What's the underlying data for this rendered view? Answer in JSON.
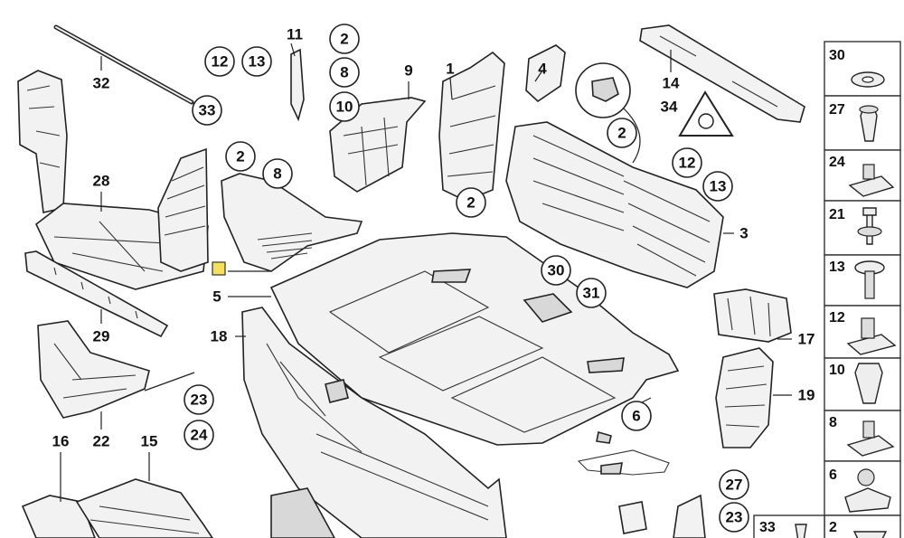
{
  "diagram": {
    "plain_labels": [
      "32",
      "28",
      "29",
      "16",
      "22",
      "15",
      "11",
      "9",
      "1",
      "4",
      "14",
      "34",
      "3",
      "5",
      "18",
      "17",
      "19"
    ],
    "circled_labels": [
      "33",
      "12",
      "13",
      "2",
      "8",
      "10",
      "2",
      "8",
      "2",
      "2",
      "12",
      "13",
      "30",
      "31",
      "6",
      "23",
      "24",
      "27",
      "23"
    ],
    "side_table_labels": [
      "30",
      "27",
      "24",
      "21",
      "13",
      "12",
      "10",
      "8",
      "6",
      "2"
    ],
    "bottom_row_label": "33",
    "highlight_marker": ""
  }
}
